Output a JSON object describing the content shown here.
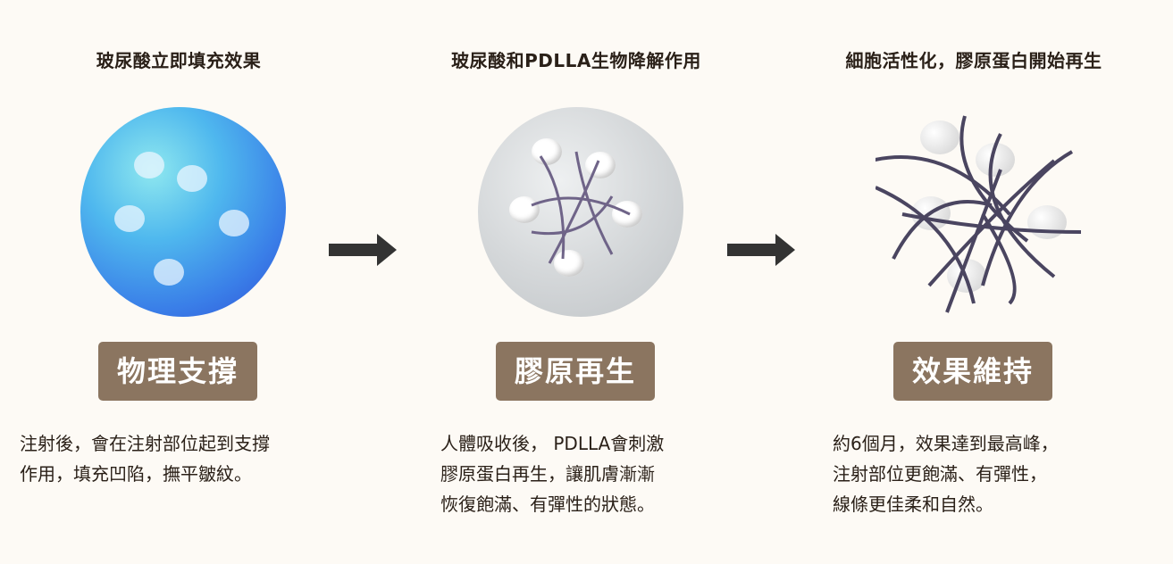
{
  "steps": [
    {
      "title": "玻尿酸立即填充效果",
      "badge": "物理支撐",
      "description": [
        "注射後，會在注射部位起到支撐",
        "作用，填充凹陷，撫平皺紋。"
      ]
    },
    {
      "title": "玻尿酸和PDLLA生物降解作用",
      "badge": "膠原再生",
      "description": [
        "人體吸收後， PDLLA會刺激",
        "膠原蛋白再生，讓肌膚漸漸",
        "恢復飽滿、有彈性的狀態。"
      ]
    },
    {
      "title": "細胞活性化，膠原蛋白開始再生",
      "badge": "效果維持",
      "description": [
        "約6個月，效果達到最高峰，",
        "注射部位更飽滿、有彈性，",
        "線條更佳柔和自然。"
      ]
    }
  ],
  "colors": {
    "badge": "#8b7560",
    "arrow": "#333333",
    "background": "#fdfaf5"
  }
}
